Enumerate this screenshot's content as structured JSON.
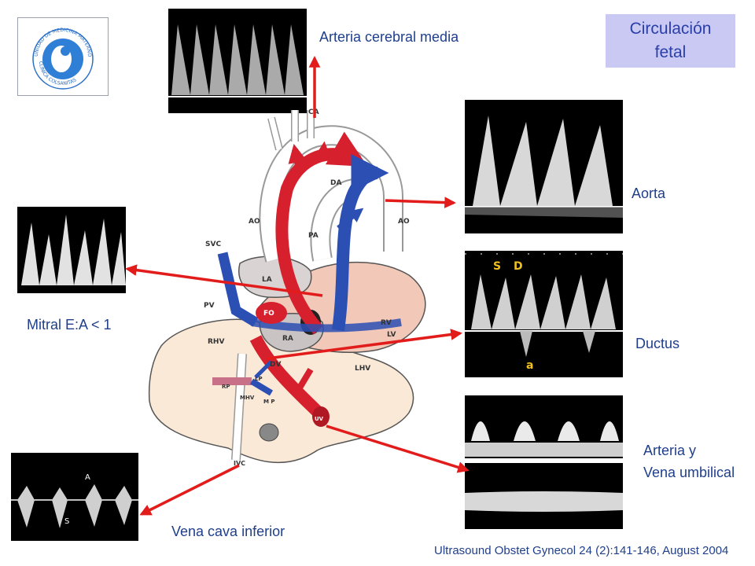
{
  "title": {
    "line1": "Circulación",
    "line2": "fetal"
  },
  "logo": {
    "text_top": "UNIDAD DE MEDICINA MATERNO FETAL",
    "text_bottom": "CLINICA COLSANITAS"
  },
  "labels": {
    "mca": "Arteria cerebral media",
    "aorta": "Aorta",
    "mitral": "Mitral E:A < 1",
    "ductus": "Ductus",
    "umbilical_1": "Arteria y",
    "umbilical_2": "Vena umbilical",
    "ivc": "Vena cava inferior"
  },
  "heart_labels": {
    "ca": "CA",
    "da": "DA",
    "ao_left": "AO",
    "ao_right": "AO",
    "pa": "PA",
    "svc": "SVC",
    "la": "LA",
    "pv": "PV",
    "fo": "FO",
    "rv": "RV",
    "lv": "LV",
    "rhv": "RHV",
    "ra": "RA",
    "dv": "DV",
    "lhv": "LHV",
    "rp": "RP",
    "lp": "LP",
    "mhv": "MHV",
    "mp": "M P",
    "uv": "UV",
    "ivc": "IVC"
  },
  "ductus_markers": {
    "s": "S",
    "d": "D",
    "a": "a"
  },
  "ivc_markers": {
    "a": "A",
    "s": "S"
  },
  "citation": "Ultrasound Obstet Gynecol 24 (2):141-146, August 2004",
  "colors": {
    "label_blue": "#1f3f8a",
    "arrow_red": "#e21b1b",
    "vessel_red": "#d7202e",
    "vessel_blue": "#2b4fb3"
  }
}
